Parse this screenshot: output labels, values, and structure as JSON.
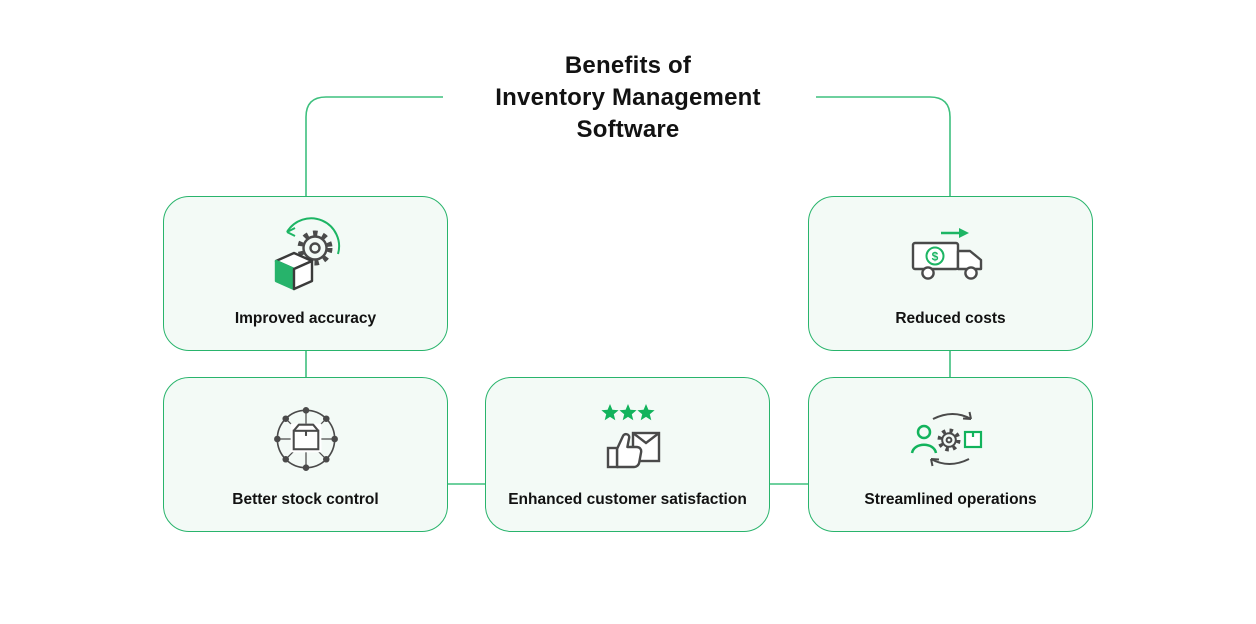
{
  "title": {
    "text": "Benefits of\nInventory Management\nSoftware"
  },
  "colors": {
    "accent_green": "#1db564",
    "line_green": "#3ec07e",
    "card_background": "#f3faf6",
    "card_border": "#29b46c",
    "text_dark": "#121212",
    "icon_gray": "#4a4a4a"
  },
  "cards": [
    {
      "label": "Improved accuracy",
      "icon": "box-gear-accuracy-icon"
    },
    {
      "label": "Reduced costs",
      "icon": "truck-dollar-icon"
    },
    {
      "label": "Better stock control",
      "icon": "network-parcel-icon"
    },
    {
      "label": "Enhanced customer satisfaction",
      "icon": "thumbs-up-stars-icon"
    },
    {
      "label": "Streamlined operations",
      "icon": "person-gear-cycle-icon"
    }
  ],
  "icon_text": {
    "dollar_sign": "$"
  }
}
